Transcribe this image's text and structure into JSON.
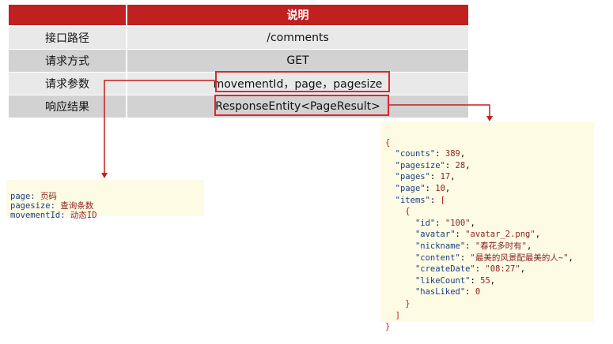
{
  "table": {
    "header": {
      "left": "",
      "right": "说明"
    },
    "rows": [
      {
        "label": "接口路径",
        "value": "/comments"
      },
      {
        "label": "请求方式",
        "value": "GET"
      },
      {
        "label": "请求参数",
        "value": "movementId，page，pagesize"
      },
      {
        "label": "响应结果",
        "value": "ResponseEntity<PageResult>"
      }
    ]
  },
  "params_note": {
    "lines": [
      {
        "key": "page:",
        "desc": "页码"
      },
      {
        "key": "pagesize:",
        "desc": "查询条数"
      },
      {
        "key": "movementId:",
        "desc": "动态ID"
      }
    ]
  },
  "response_json": {
    "open": "{",
    "counts": {
      "key": "\"counts\"",
      "value": "389"
    },
    "pagesize": {
      "key": "\"pagesize\"",
      "value": "28"
    },
    "pages": {
      "key": "\"pages\"",
      "value": "17"
    },
    "page": {
      "key": "\"page\"",
      "value": "10"
    },
    "items": {
      "key": "\"items\"",
      "open": "["
    },
    "item_open": "{",
    "item": {
      "id": {
        "key": "\"id\"",
        "value": "\"100\""
      },
      "avatar": {
        "key": "\"avatar\"",
        "value": "\"avatar_2.png\""
      },
      "nickname": {
        "key": "\"nickname\"",
        "value": "\"春花多时有\""
      },
      "content": {
        "key": "\"content\"",
        "value": "\"最美的风景配最美的人~\""
      },
      "createDate": {
        "key": "\"createDate\"",
        "value": "\"08:27\""
      },
      "likeCount": {
        "key": "\"likeCount\"",
        "value": "55"
      },
      "hasLiked": {
        "key": "\"hasLiked\"",
        "value": "0"
      }
    },
    "item_close": "}",
    "items_close": "]",
    "close": "}"
  },
  "colors": {
    "header_bg": "#c0201f",
    "row_light": "#e9e9e9",
    "row_dark": "#d2d2d2",
    "highlight": "#e0262b",
    "note_bg": "#fdfbe4"
  }
}
